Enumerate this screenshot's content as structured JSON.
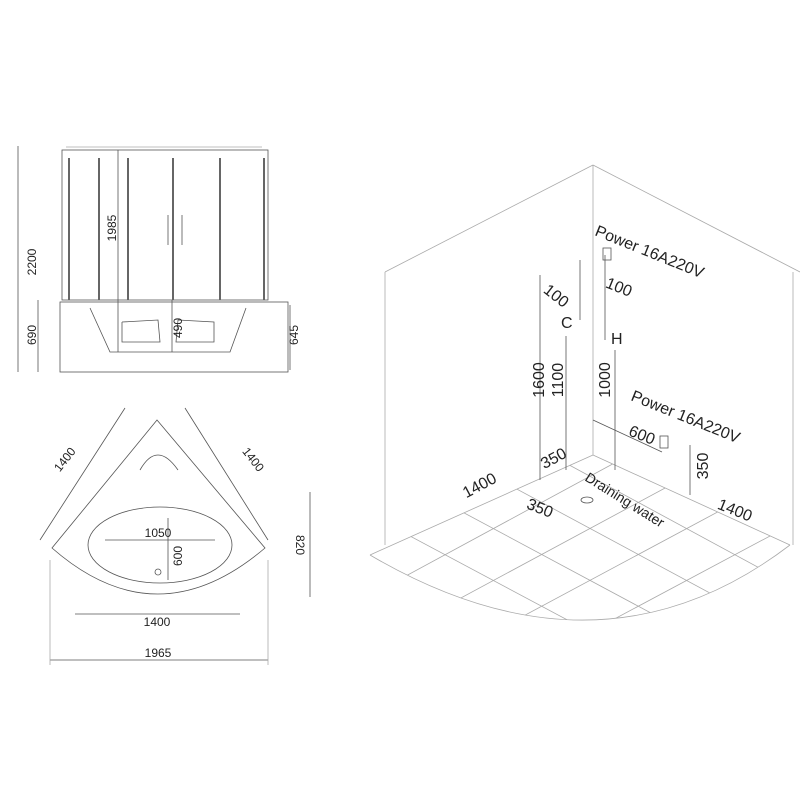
{
  "front_view": {
    "total_height": "2200",
    "glass_height": "1985",
    "base_height": "690",
    "tub_height": "645",
    "seat_depth": "490"
  },
  "top_view": {
    "side_left": "1400",
    "side_right": "1400",
    "basin_length": "1050",
    "basin_width": "600",
    "depth": "820",
    "inner_width": "1400",
    "overall_width": "1965"
  },
  "installation_view": {
    "power_top": "Power 16A220V",
    "power_bottom": "Power 16A220V",
    "offset_left": "100",
    "offset_right": "100",
    "cold_label": "C",
    "hot_label": "H",
    "height_power": "1600",
    "height_cold": "1100",
    "height_hot": "1000",
    "power_distance": "600",
    "power_height_low": "350",
    "drain_offset_a": "350",
    "drain_offset_b": "350",
    "wall_left": "1400",
    "wall_right": "1400",
    "drain_label": "Draining water"
  }
}
